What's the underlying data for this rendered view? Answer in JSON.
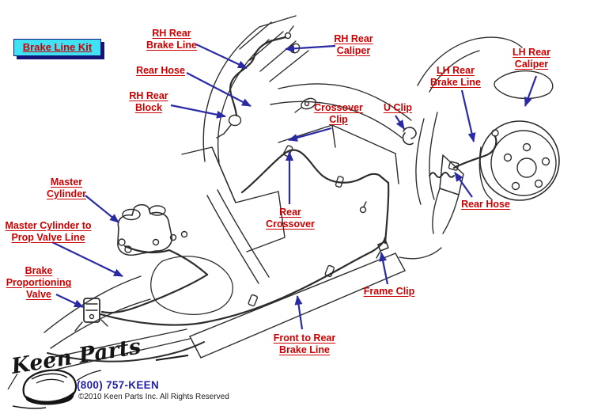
{
  "kit_button": {
    "label": "Brake Line Kit"
  },
  "callouts": [
    {
      "id": "rh-rear-brake-line",
      "lines": [
        "RH Rear",
        "Brake Line"
      ]
    },
    {
      "id": "rh-rear-caliper",
      "lines": [
        "RH Rear",
        "Caliper"
      ]
    },
    {
      "id": "rear-hose-top",
      "lines": [
        "Rear Hose"
      ]
    },
    {
      "id": "rh-rear-block",
      "lines": [
        "RH Rear",
        "Block"
      ]
    },
    {
      "id": "crossover-clip",
      "lines": [
        "Crossover",
        "Clip"
      ]
    },
    {
      "id": "u-clip",
      "lines": [
        "U Clip"
      ]
    },
    {
      "id": "lh-rear-brake-line",
      "lines": [
        "LH Rear",
        "Brake Line"
      ]
    },
    {
      "id": "lh-rear-caliper",
      "lines": [
        "LH Rear",
        "Caliper"
      ]
    },
    {
      "id": "master-cylinder",
      "lines": [
        "Master",
        "Cylinder"
      ]
    },
    {
      "id": "master-cylinder-to-prop-valve-line",
      "lines": [
        "Master Cylinder to",
        "Prop Valve Line"
      ]
    },
    {
      "id": "brake-proportioning-valve",
      "lines": [
        "Brake",
        "Proportioning",
        "Valve"
      ]
    },
    {
      "id": "rear-crossover",
      "lines": [
        "Rear",
        "Crossover"
      ]
    },
    {
      "id": "rear-hose-right",
      "lines": [
        "Rear Hose"
      ]
    },
    {
      "id": "frame-clip",
      "lines": [
        "Frame Clip"
      ]
    },
    {
      "id": "front-to-rear-brake-line",
      "lines": [
        "Front to Rear",
        "Brake Line"
      ]
    }
  ],
  "footer": {
    "logo_script": "Keen Parts",
    "phone": "(800) 757-KEEN",
    "copyright": "©2010 Keen Parts Inc. All Rights Reserved"
  },
  "colors": {
    "label_red": "#CC0000",
    "arrow_blue": "#2A2AA4",
    "button_cyan": "#3FE2F2",
    "button_shadow": "#131378",
    "phone_blue": "#2222AA",
    "line_art": "#2D2D2D",
    "background": "#FFFFFF"
  }
}
